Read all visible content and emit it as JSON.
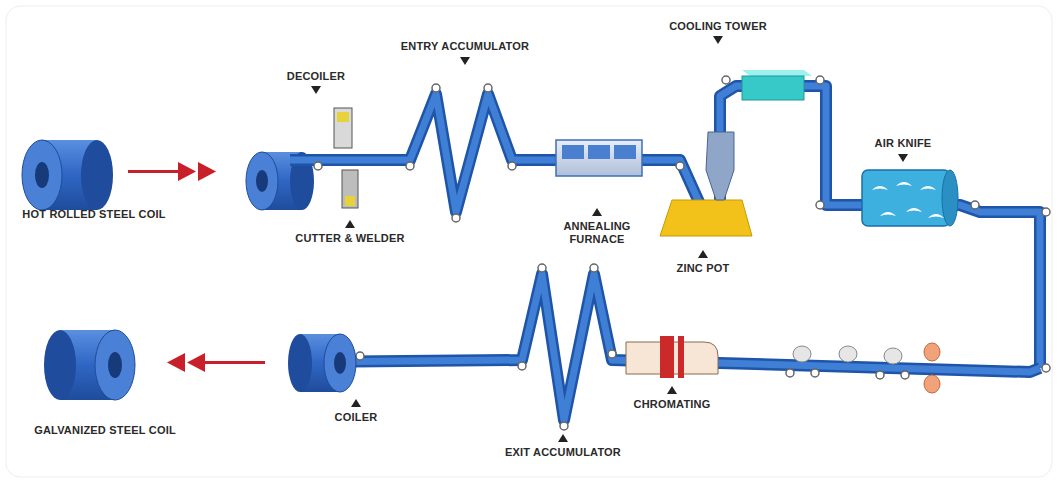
{
  "diagram": {
    "labels": [
      "HOT ROLLED STEEL COIL",
      "DECOILER",
      "CUTTER & WELDER",
      "ENTRY ACCUMULATOR",
      "ANNEALING FURNACE",
      "COOLING TOWER",
      "ZINC POT",
      "AIR KNIFE",
      "CHROMATING",
      "EXIT ACCUMULATOR",
      "COILER",
      "GALVANIZED STEEL COIL"
    ]
  }
}
